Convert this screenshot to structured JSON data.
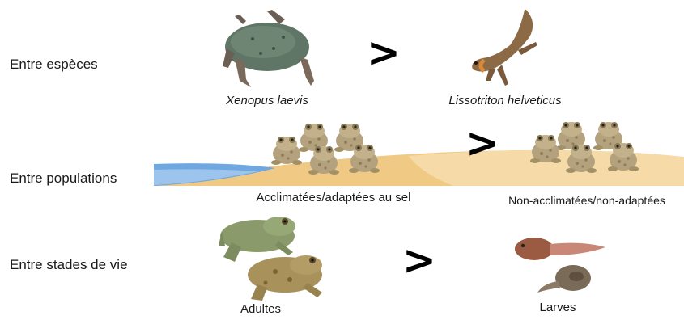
{
  "rows": [
    {
      "label": "Entre espèces"
    },
    {
      "label": "Entre populations"
    },
    {
      "label": "Entre stades de vie"
    }
  ],
  "species": {
    "left_caption": "Xenopus laevis",
    "right_caption": "Lissotriton helveticus"
  },
  "populations": {
    "left_caption": "Acclimatées/adaptées au sel",
    "right_caption": "Non-acclimatées/non-adaptées"
  },
  "stages": {
    "left_caption": "Adultes",
    "right_caption": "Larves"
  },
  "comparator": ">",
  "colors": {
    "sand": "#f0c985",
    "sand_light": "#f6dba8",
    "water": "#6fa8e0",
    "toad": "#b3a27d",
    "frog_green": "#8a9a6a",
    "xenopus": "#5f7566",
    "newt": "#8c6a45",
    "tadpole": "#9b5a42"
  },
  "icons": [
    "xenopus-frog-icon",
    "newt-icon",
    "toad-group-icon",
    "adult-frogs-icon",
    "tadpoles-icon"
  ]
}
